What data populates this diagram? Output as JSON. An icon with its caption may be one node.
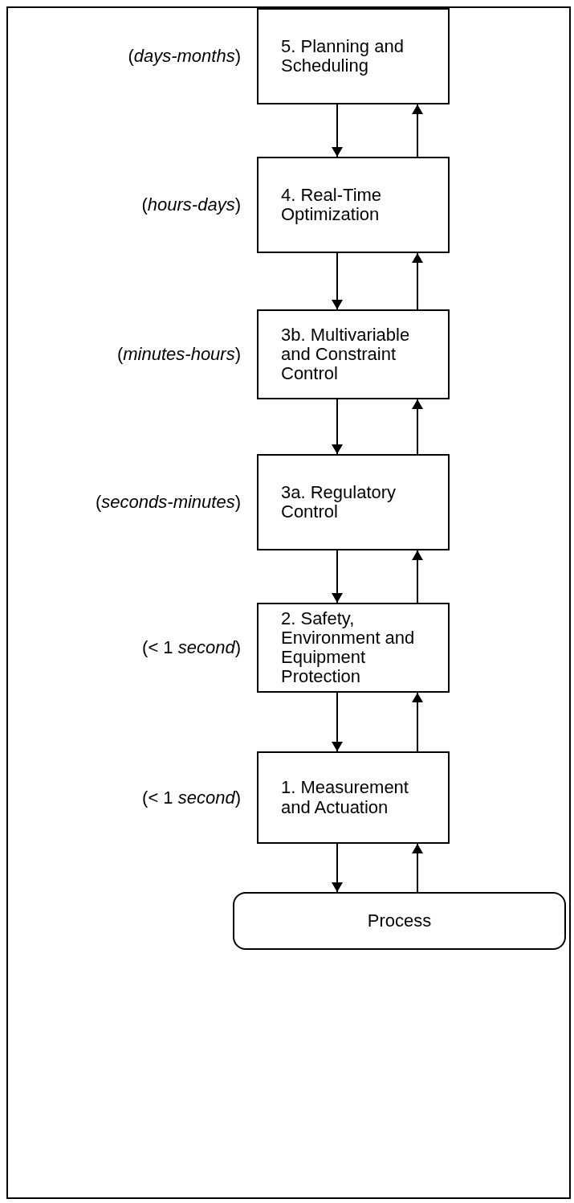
{
  "diagram": {
    "nodes": [
      {
        "text": [
          "5. Planning and Scheduling"
        ],
        "beside": [
          "(*days-months*)"
        ]
      },
      {
        "text": [
          "4. Real-Time Optimization"
        ],
        "beside": [
          "(*hours-days*)"
        ]
      },
      {
        "text": [
          "3b. Multivariable and Constraint Control"
        ],
        "beside": [
          "(*minutes-hours*)"
        ]
      },
      {
        "text": [
          "3a. Regulatory Control"
        ],
        "beside": [
          "(*seconds-minutes*)"
        ]
      },
      {
        "text": [
          "2. Safety, Environment and Equipment Protection"
        ],
        "beside": [
          "(< 1 *second*)"
        ]
      },
      {
        "text": [
          "1. Measurement and Actuation"
        ],
        "beside": [
          "(< 1 *second*)"
        ]
      },
      {
        "text": [
          "Process"
        ]
      }
    ],
    "edges": [
      {
        "from": 0,
        "to": 1,
        "arrow": "to"
      },
      {
        "from": 1,
        "to": 0,
        "arrow": "to"
      },
      {
        "from": 1,
        "to": 2,
        "arrow": "to"
      },
      {
        "from": 2,
        "to": 1,
        "arrow": "to"
      },
      {
        "from": 2,
        "to": 3,
        "arrow": "to"
      },
      {
        "from": 3,
        "to": 2,
        "arrow": "to"
      },
      {
        "from": 3,
        "to": 4,
        "arrow": "to"
      },
      {
        "from": 4,
        "to": 3,
        "arrow": "to"
      },
      {
        "from": 4,
        "to": 5,
        "arrow": "to"
      },
      {
        "from": 5,
        "to": 4,
        "arrow": "to"
      },
      {
        "from": 5,
        "to": 6,
        "arrow": "to"
      },
      {
        "from": 6,
        "to": 5,
        "arrow": "to"
      }
    ]
  }
}
